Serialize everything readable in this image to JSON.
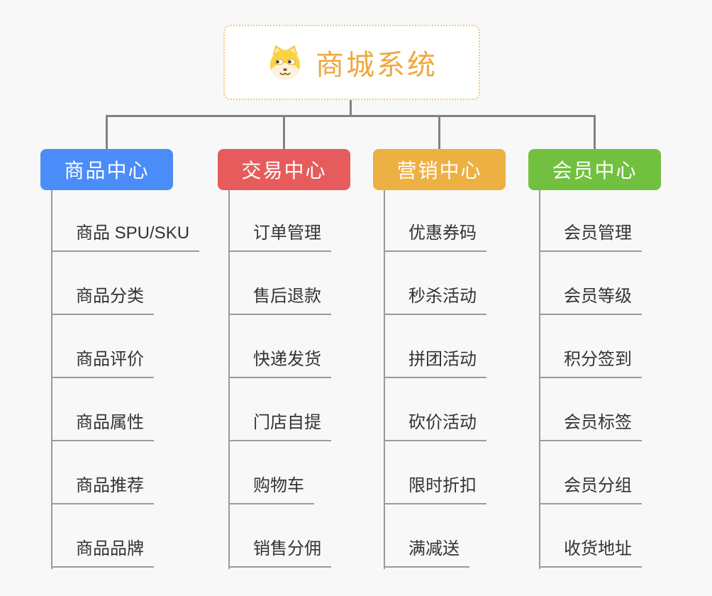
{
  "root": {
    "title": "商城系统",
    "icon": "dog-face-icon"
  },
  "branches": [
    {
      "label": "商品中心",
      "color": "#4b8df8",
      "items": [
        "商品 SPU/SKU",
        "商品分类",
        "商品评价",
        "商品属性",
        "商品推荐",
        "商品品牌"
      ]
    },
    {
      "label": "交易中心",
      "color": "#e65c5c",
      "items": [
        "订单管理",
        "售后退款",
        "快递发货",
        "门店自提",
        "购物车",
        "销售分佣"
      ]
    },
    {
      "label": "营销中心",
      "color": "#edb043",
      "items": [
        "优惠券码",
        "秒杀活动",
        "拼团活动",
        "砍价活动",
        "限时折扣",
        "满减送"
      ]
    },
    {
      "label": "会员中心",
      "color": "#72c040",
      "items": [
        "会员管理",
        "会员等级",
        "积分签到",
        "会员标签",
        "会员分组",
        "收货地址"
      ]
    }
  ],
  "colors": {
    "root_accent": "#f0a73e",
    "root_border": "#f6c57c",
    "connector": "#828282",
    "item_text": "#333333",
    "background": "#f8f8f8"
  }
}
